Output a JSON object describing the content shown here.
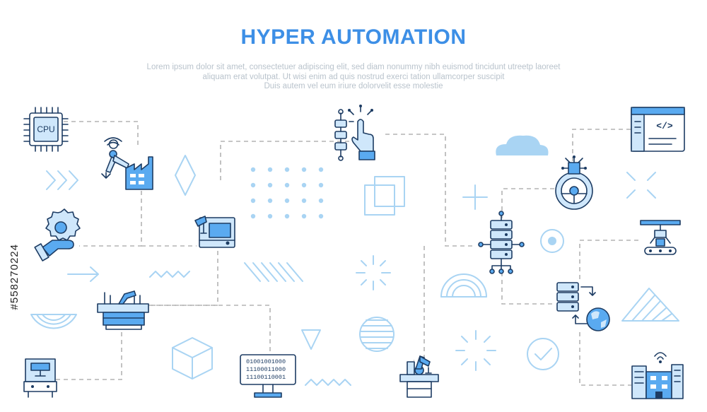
{
  "header": {
    "title": "HYPER AUTOMATION",
    "subtitle_lines": [
      "Lorem ipsum dolor sit amet, consectetuer adipiscing elit, sed diam nonummy nibh euismod tincidunt utreetp laoreet",
      "aliquam erat volutpat. Ut wisi enim ad  quis nostrud exerci tation ullamcorper suscipit",
      "Duis autem vel eum iriure dolorvelit esse molestie"
    ]
  },
  "watermark": "#558270224",
  "icons": {
    "cpu": {
      "label": "CPU"
    },
    "code_window": {
      "label": "</>"
    },
    "binary_monitor": {
      "lines": [
        "01001001000",
        "11100011000",
        "11100110001"
      ]
    }
  },
  "colors": {
    "title": "#3d8fe6",
    "accent": "#5aaaf0",
    "light_accent": "#a9d4f3",
    "icon_outline": "#1d3c63",
    "connector": "#b3b3b3"
  }
}
